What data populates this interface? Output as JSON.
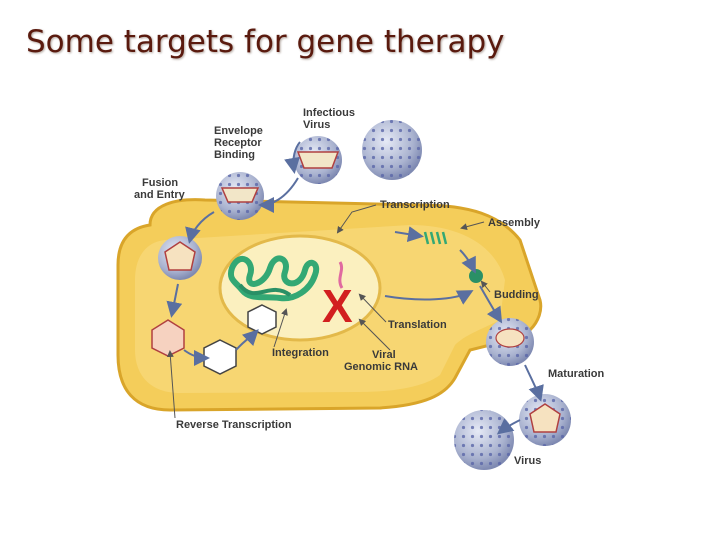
{
  "slide": {
    "title": "Some targets for gene therapy"
  },
  "diagram": {
    "labels": {
      "infectious_virus": [
        "Infectious",
        "Virus"
      ],
      "envelope_binding": [
        "Envelope",
        "Receptor",
        "Binding"
      ],
      "fusion_entry": [
        "Fusion",
        "and Entry"
      ],
      "transcription": "Transcription",
      "assembly": "Assembly",
      "budding": "Budding",
      "translation": "Translation",
      "integration": "Integration",
      "viral_rna": [
        "Viral",
        "Genomic RNA"
      ],
      "maturation": "Maturation",
      "reverse_transcription": "Reverse Transcription",
      "virus": "Virus",
      "block_mark": "X"
    },
    "colors": {
      "cell_fill": "#f4cd5a",
      "cell_edge": "#d9a52a",
      "nucleus_fill": "#fbf0bf",
      "virion": "#a9b2cf",
      "virion_dots": "#5a66a8",
      "arrow": "#5a6fa0",
      "block_x": "#d21f1f",
      "dna_green": "#33a874"
    }
  }
}
